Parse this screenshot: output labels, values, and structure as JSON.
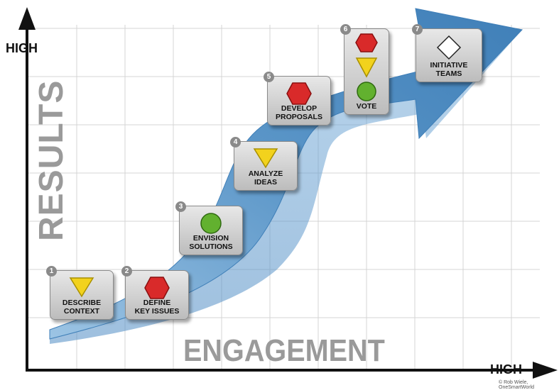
{
  "y_axis": {
    "high_label": "HIGH",
    "title": "RESULTS"
  },
  "x_axis": {
    "high_label": "HIGH",
    "title": "ENGAGEMENT"
  },
  "steps": [
    {
      "number": "1",
      "label": "DESCRIBE\nCONTEXT",
      "icon": "yellow-triangle-icon"
    },
    {
      "number": "2",
      "label": "DEFINE\nKEY ISSUES",
      "icon": "red-hexagon-icon"
    },
    {
      "number": "3",
      "label": "ENVISION\nSOLUTIONS",
      "icon": "green-circle-icon"
    },
    {
      "number": "4",
      "label": "ANALYZE\nIDEAS",
      "icon": "yellow-triangle-icon"
    },
    {
      "number": "5",
      "label": "DEVELOP\nPROPOSALS",
      "icon": "red-hexagon-icon"
    },
    {
      "number": "6",
      "label": "VOTE",
      "icon": "traffic-light-icon"
    },
    {
      "number": "7",
      "label": "INITIATIVE\nTEAMS",
      "icon": "white-diamond-icon"
    }
  ],
  "copyright": "© Rob Wiele, OneSmartWorld",
  "colors": {
    "arrow": "#5b96c8",
    "red": "#d92a2a",
    "yellow": "#f2d21d",
    "green": "#62b12f"
  }
}
